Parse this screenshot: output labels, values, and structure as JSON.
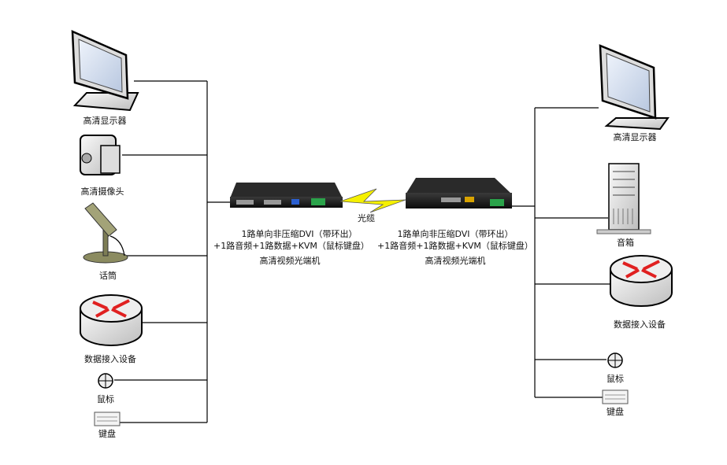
{
  "left": {
    "monitor": "高清显示器",
    "camera": "高清摄像头",
    "microphone": "话筒",
    "data_device": "数据接入设备",
    "mouse": "鼠标",
    "keyboard": "键盘"
  },
  "right": {
    "monitor": "高清显示器",
    "speaker": "音箱",
    "data_device": "数据接入设备",
    "mouse": "鼠标",
    "keyboard": "键盘"
  },
  "link_label": "光缆",
  "transmitter": {
    "line1": "1路单向非压缩DVI（带环出）",
    "line2": "+1路音频+1路数据+KVM（鼠标键盘）",
    "name": "高清视频光端机"
  },
  "receiver": {
    "line1": "1路单向非压缩DVI（带环出）",
    "line2": "+1路音频+1路数据+KVM（鼠标键盘）",
    "name": "高清视频光端机"
  }
}
